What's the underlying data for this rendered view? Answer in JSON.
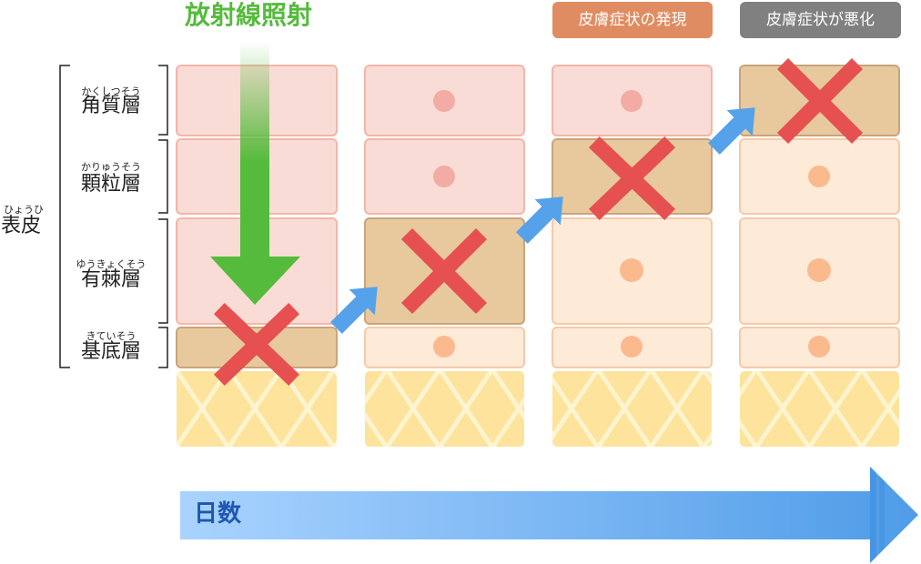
{
  "title": "放射線照射",
  "badges": {
    "appearance": "皮膚症状の発現",
    "worsening": "皮膚症状が悪化"
  },
  "epidermis": {
    "name": "表皮",
    "reading": "ひょうひ"
  },
  "layers": [
    {
      "name": "角質層",
      "reading": "かくしつそう"
    },
    {
      "name": "顆粒層",
      "reading": "かりゅうそう"
    },
    {
      "name": "有棘層",
      "reading": "ゆうきょくそう"
    },
    {
      "name": "基底層",
      "reading": "きていそう"
    }
  ],
  "time_axis": "日数",
  "colors": {
    "healthy": "#f9dcd5",
    "damaged": "#e8c99e",
    "regenerated": "#fdebd8",
    "dermis": "#fde39b",
    "cross": "#e65050",
    "irradiation_arrow": "#55bb3c",
    "progress_arrow": "#55a2ea",
    "badge_appearance": "#e08c62",
    "badge_worsening": "#808080"
  }
}
